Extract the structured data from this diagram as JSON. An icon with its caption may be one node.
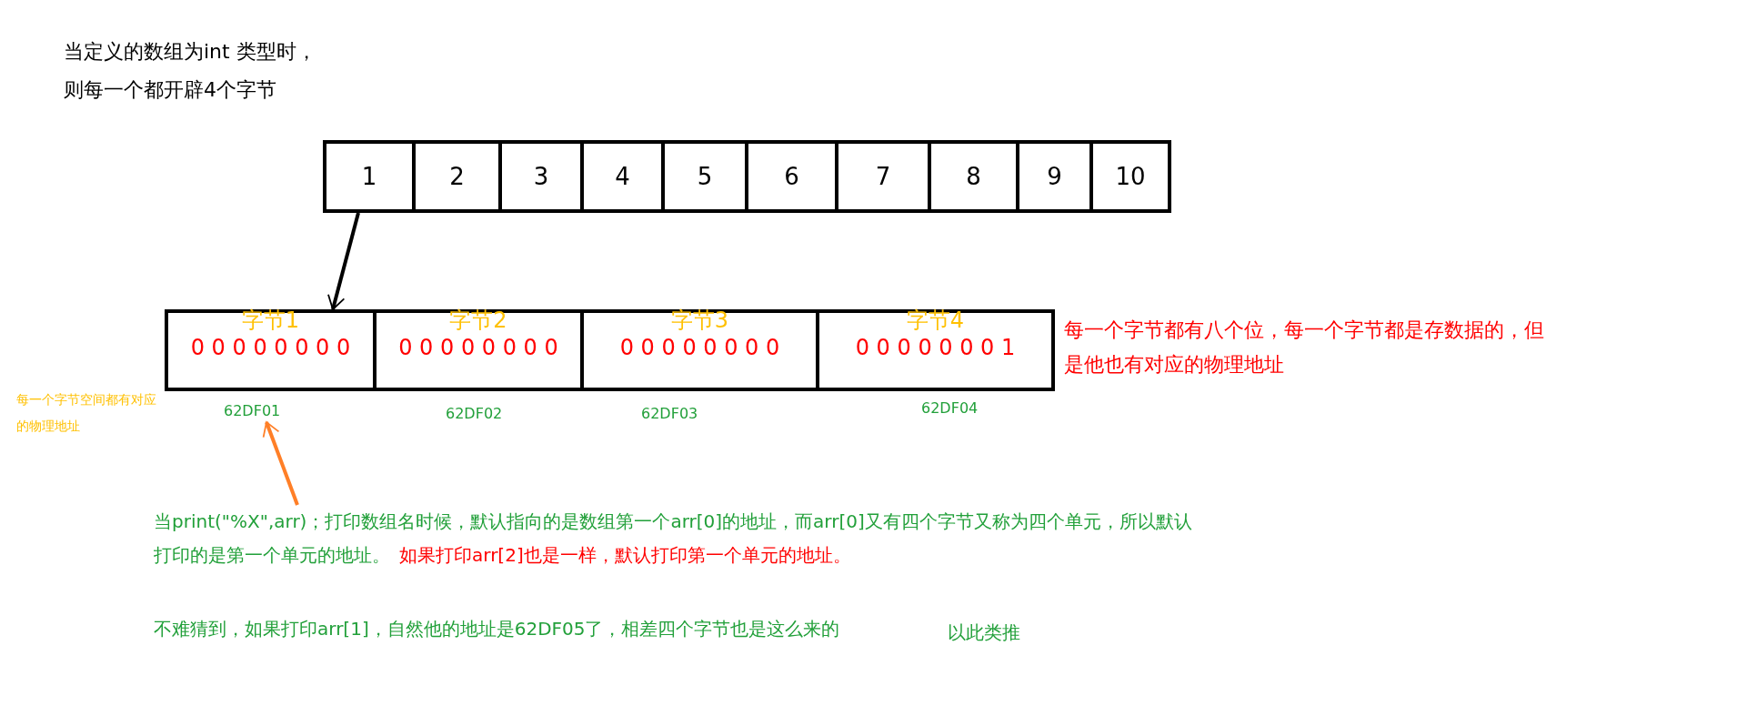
{
  "diagram": {
    "nodes": [
      {
        "text": [
          "1"
        ]
      },
      {
        "text": [
          "2"
        ]
      },
      {
        "text": [
          "3"
        ]
      },
      {
        "text": [
          "4"
        ]
      },
      {
        "text": [
          "5"
        ]
      },
      {
        "text": [
          "6"
        ]
      },
      {
        "text": [
          "7"
        ]
      },
      {
        "text": [
          "8"
        ]
      },
      {
        "text": [
          "9"
        ]
      },
      {
        "text": [
          "10"
        ]
      },
      {
        "text": [
          "字节1",
          "0 0 0 0 0 0 0 0"
        ]
      },
      {
        "text": [
          "字节2",
          "0 0 0 0 0 0 0 0"
        ]
      },
      {
        "text": [
          "字节3",
          "0 0 0 0 0 0 0 0"
        ]
      },
      {
        "text": [
          "字节4",
          "0 0 0 0 0 0 0 1"
        ]
      },
      {
        "text": [
          "62DF01"
        ]
      },
      {
        "text": [
          "当print(\"%X\",arr)；打印数组名时候，默认指向的是数组第一个arr[0]的地址，而arr[0]又有四个字节又称为四个单元，所以默认打印的是第一个单元的地址。",
          "如果打印arr[2]也是一样，默认打印第一个单元的地址。"
        ]
      }
    ],
    "edges": [
      {
        "from": 0,
        "to": 10,
        "arrow": "to"
      },
      {
        "from": 15,
        "to": 14,
        "arrow": "to",
        "color": "#ff7f27"
      }
    ],
    "labels": [
      "当定义的数组为int 类型时，",
      "则每一个都开辟4个字节",
      "每一个字节都有八个位，每一个字节都是存数据的，但是他也有对应的物理地址",
      "每一个字节空间都有对应的物理地址",
      "62DF02",
      "62DF03",
      "62DF04",
      "不难猜到，如果打印arr[1]，自然他的地址是62DF05了，相差四个字节也是这么来的",
      "以此类推"
    ]
  }
}
